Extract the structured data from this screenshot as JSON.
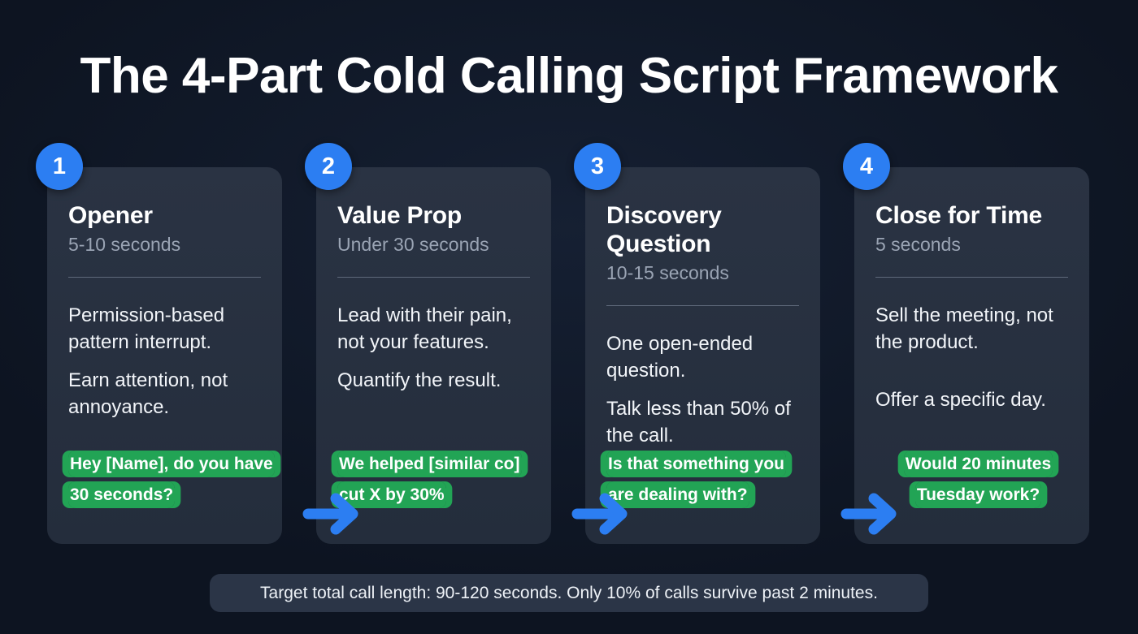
{
  "page": {
    "title": "The 4-Part Cold Calling Script Framework",
    "background_color": "#0d1421",
    "card_color": "#2a3343",
    "accent_color": "#2c7ef2",
    "quote_color": "#22a455"
  },
  "steps": [
    {
      "number": "1",
      "title": "Opener",
      "duration": "5-10 seconds",
      "body": [
        "Permission-based pattern interrupt.",
        "Earn attention, not annoyance."
      ],
      "quote": "Hey [Name], do you have 30 seconds?"
    },
    {
      "number": "2",
      "title": "Value Prop",
      "duration": "Under 30 seconds",
      "body": [
        "Lead with their pain, not your features.",
        "Quantify the result."
      ],
      "quote": "We helped [similar co] cut X by 30%"
    },
    {
      "number": "3",
      "title": "Discovery Question",
      "duration": "10-15 seconds",
      "body": [
        "One open-ended question.",
        "Talk less than 50% of the call."
      ],
      "quote": "Is that something you are dealing with?"
    },
    {
      "number": "4",
      "title": "Close for Time",
      "duration": "5 seconds",
      "body": [
        "Sell the meeting, not the product.",
        "Offer a specific day."
      ],
      "quote": "Would 20 minutes Tuesday work?"
    }
  ],
  "connectors": [
    {
      "icon": "arrow-right-icon"
    },
    {
      "icon": "arrow-right-icon"
    },
    {
      "icon": "arrow-right-icon"
    }
  ],
  "footer": {
    "text": "Target total call length: 90-120 seconds. Only 10% of calls survive past 2 minutes."
  }
}
